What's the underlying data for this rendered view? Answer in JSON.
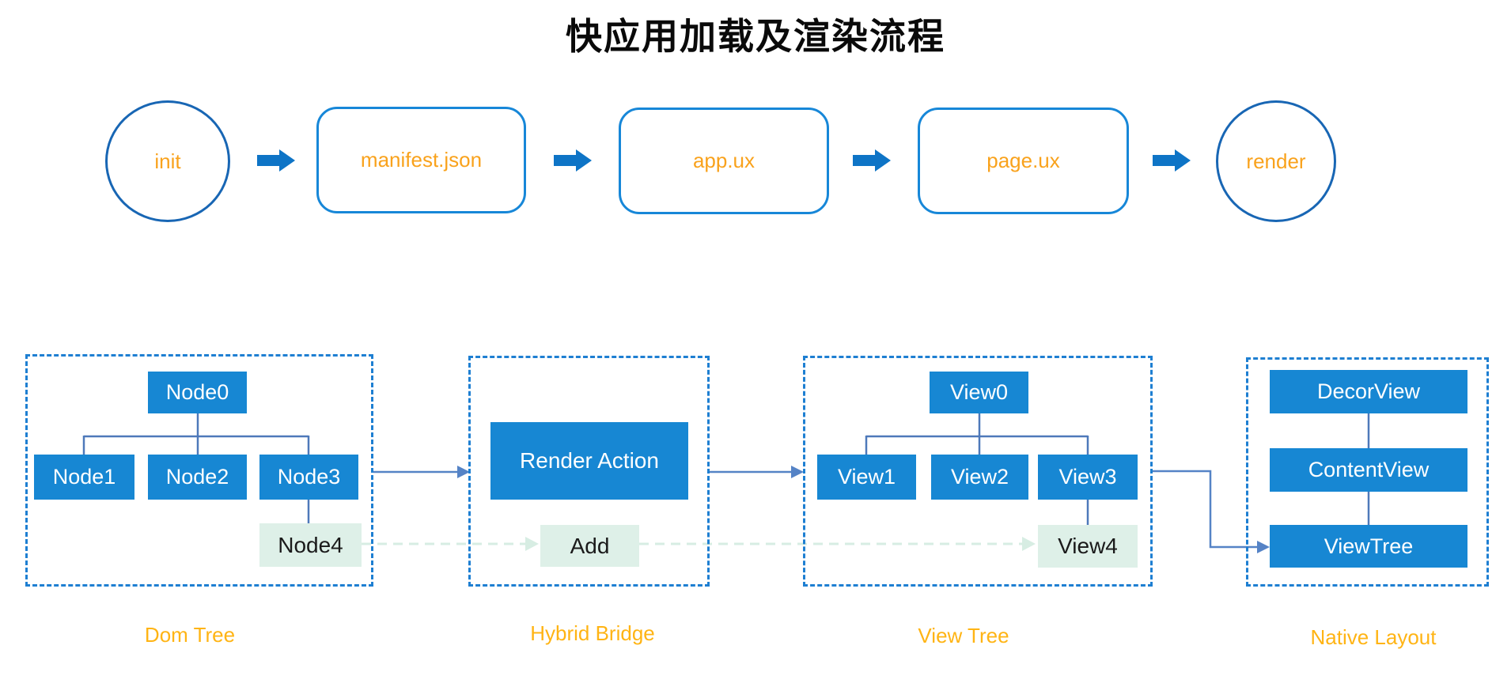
{
  "title": "快应用加载及渲染流程",
  "flow_steps": [
    {
      "label": "init",
      "shape": "circle"
    },
    {
      "label": "manifest.json",
      "shape": "rounded-rect"
    },
    {
      "label": "app.ux",
      "shape": "rounded-rect"
    },
    {
      "label": "page.ux",
      "shape": "rounded-rect"
    },
    {
      "label": "render",
      "shape": "circle"
    }
  ],
  "sections": {
    "dom_tree": {
      "label": "Dom Tree",
      "root_node": "Node0",
      "child_nodes": [
        "Node1",
        "Node2",
        "Node3"
      ],
      "pending_node": "Node4"
    },
    "hybrid_bridge": {
      "label": "Hybrid Bridge",
      "action_node": "Render Action",
      "pending_node": "Add"
    },
    "view_tree": {
      "label": "View Tree",
      "root_node": "View0",
      "child_nodes": [
        "View1",
        "View2",
        "View3"
      ],
      "pending_node": "View4"
    },
    "native_layout": {
      "label": "Native Layout",
      "layer_nodes": [
        "DecorView",
        "ContentView",
        "ViewTree"
      ]
    }
  },
  "colors": {
    "node_fill_blue": "#1787D3",
    "node_fill_mint": "#DEF0E8",
    "flow_circle_border": "#1866B4",
    "flow_pill_border": "#1787D8",
    "section_border_blue": "#1E7FD2",
    "flow_block_arrow_blue": "#0E74C6",
    "tree_connector_blue": "#4E79BA",
    "link_arrow_blue": "#5583C6",
    "pending_arrow_mint": "#D7EDE3",
    "shape_text_orange": "#F9A21C",
    "section_label_orange": "#FFB414",
    "title_black": "#0A0A0A"
  }
}
